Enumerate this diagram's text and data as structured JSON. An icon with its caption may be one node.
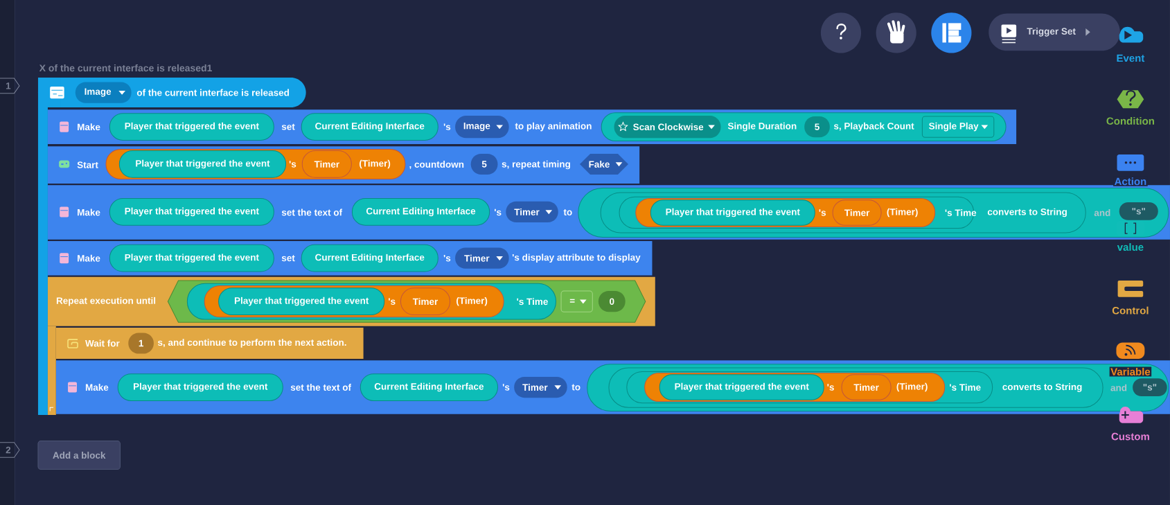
{
  "diagram": {
    "nodes": [
      {
        "text": [
          "1"
        ]
      },
      {
        "text": [
          "of the current interface is released"
        ]
      },
      {
        "text": [
          "Image"
        ],
        "in": 1
      },
      {
        "text": [
          "Make",
          "set",
          "'s",
          "to play animation"
        ]
      },
      {
        "text": [
          "Player that triggered the event"
        ],
        "in": 3
      },
      {
        "text": [
          "Current Editing Interface"
        ],
        "in": 3
      },
      {
        "text": [
          "Image"
        ],
        "in": 3
      },
      {
        "text": [
          "Single Duration",
          "s, Playback Count"
        ],
        "in": 3
      },
      {
        "text": [
          "Scan Clockwise"
        ],
        "in": 7
      },
      {
        "text": [
          "5"
        ],
        "in": 7
      },
      {
        "text": [
          "Single Play"
        ],
        "in": 7
      },
      {
        "text": [
          "Start",
          ", countdown",
          "s, repeat timing"
        ]
      },
      {
        "text": [
          "'s",
          "(Timer)"
        ],
        "in": 11
      },
      {
        "text": [
          "Player that triggered the event"
        ],
        "in": 12
      },
      {
        "text": [
          "Timer"
        ],
        "in": 12
      },
      {
        "text": [
          "5"
        ],
        "in": 11
      },
      {
        "text": [
          "Fake"
        ],
        "in": 11
      },
      {
        "text": [
          "Make",
          "set the text of",
          "'s",
          "to"
        ]
      },
      {
        "text": [
          "Player that triggered the event"
        ],
        "in": 17
      },
      {
        "text": [
          "Current Editing Interface"
        ],
        "in": 17
      },
      {
        "text": [
          "Timer"
        ],
        "in": 17
      },
      {
        "text": [
          "and"
        ],
        "in": 17
      },
      {
        "text": [
          "converts to String"
        ],
        "in": 21
      },
      {
        "text": [
          "'s Time"
        ],
        "in": 22
      },
      {
        "text": [
          "'s",
          "(Timer)"
        ],
        "in": 23
      },
      {
        "text": [
          "Player that triggered the event"
        ],
        "in": 24
      },
      {
        "text": [
          "Timer"
        ],
        "in": 24
      },
      {
        "text": [
          "\"s\""
        ],
        "in": 21
      },
      {
        "text": [
          "Make",
          "set",
          "'s",
          "'s display attribute to display"
        ]
      },
      {
        "text": [
          "Player that triggered the event"
        ],
        "in": 28
      },
      {
        "text": [
          "Current Editing Interface"
        ],
        "in": 28
      },
      {
        "text": [
          "Timer"
        ],
        "in": 28
      },
      {
        "text": [
          "Repeat execution until"
        ]
      },
      {
        "text": [],
        "shape": "hexagon",
        "in": 32
      },
      {
        "text": [
          "'s Time"
        ],
        "in": 33
      },
      {
        "text": [
          "'s",
          "(Timer)"
        ],
        "in": 34
      },
      {
        "text": [
          "Player that triggered the event"
        ],
        "in": 35
      },
      {
        "text": [
          "Timer"
        ],
        "in": 35
      },
      {
        "text": [
          "="
        ],
        "in": 33
      },
      {
        "text": [
          "0"
        ],
        "in": 33
      },
      {
        "text": [
          "Wait for",
          "s, and continue to perform the next action."
        ]
      },
      {
        "text": [
          "1"
        ],
        "in": 40
      },
      {
        "text": [
          "Make",
          "set the text of",
          "'s",
          "to"
        ]
      },
      {
        "text": [
          "Player that triggered the event"
        ],
        "in": 42
      },
      {
        "text": [
          "Current Editing Interface"
        ],
        "in": 42
      },
      {
        "text": [
          "Timer"
        ],
        "in": 42
      },
      {
        "text": [
          "and"
        ],
        "in": 42
      },
      {
        "text": [
          "converts to String"
        ],
        "in": 46
      },
      {
        "text": [
          "'s Time"
        ],
        "in": 47
      },
      {
        "text": [
          "'s",
          "(Timer)"
        ],
        "in": 48
      },
      {
        "text": [
          "Player that triggered the event"
        ],
        "in": 49
      },
      {
        "text": [
          "Timer"
        ],
        "in": 49
      },
      {
        "text": [
          "\"s\""
        ],
        "in": 46
      },
      {
        "text": [
          "2"
        ]
      },
      {
        "text": [
          "Add a block"
        ]
      },
      {
        "text": [
          "Trigger Set"
        ]
      }
    ],
    "labels": [
      "X of the current interface is released1",
      "Event",
      "Condition",
      "Action",
      "value",
      "Control",
      "Variable",
      "Custom"
    ]
  }
}
